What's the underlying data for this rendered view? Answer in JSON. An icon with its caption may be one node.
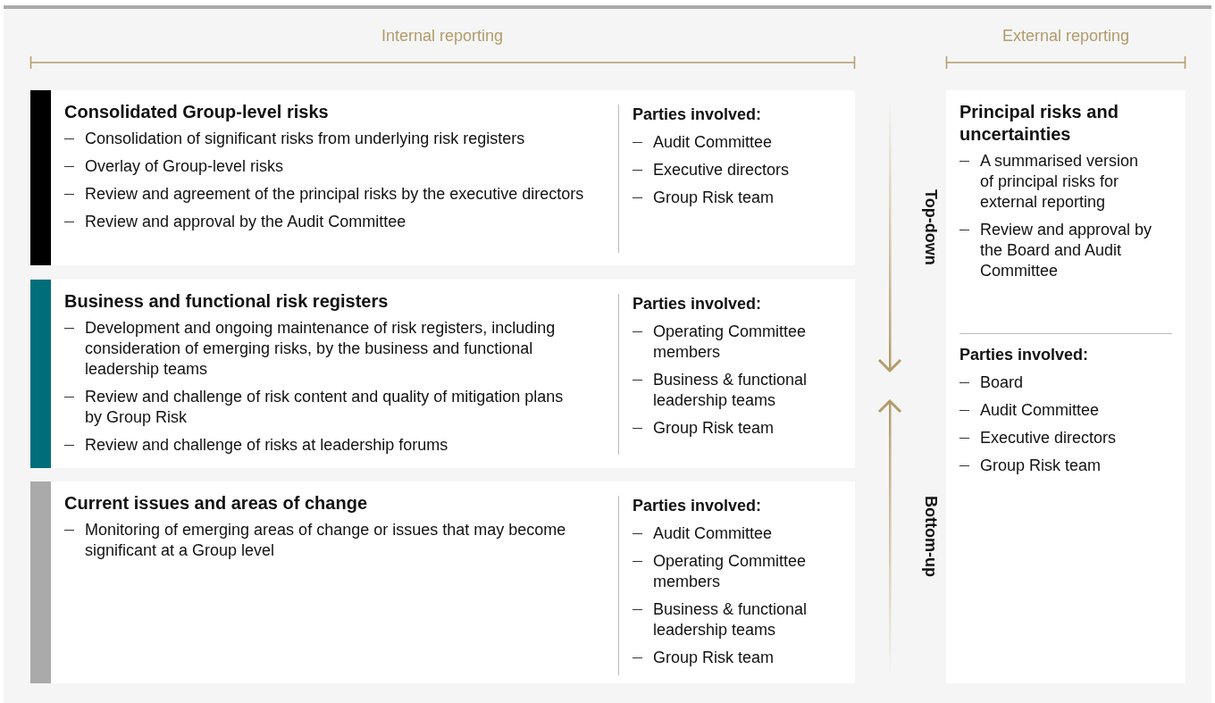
{
  "diagram": {
    "nodes": [
      {
        "text": [
          "Consolidated Group-level risks",
          "Consolidation of significant risks from underlying risk registers",
          "Overlay of Group-level risks",
          "Review and agreement of the principal risks by the executive directors",
          "Review and approval by the Audit Committee"
        ]
      },
      {
        "text": [
          "Parties involved:",
          "Audit Committee",
          "Executive directors",
          "Group Risk team"
        ],
        "in": 0
      },
      {
        "text": [
          "Business and functional risk registers",
          "Development and ongoing maintenance of risk registers, including consideration of emerging risks, by the business and functional leadership teams",
          "Review and challenge of risk content and quality of mitigation plans by Group Risk",
          "Review and challenge of risks at leadership forums"
        ]
      },
      {
        "text": [
          "Parties involved:",
          "Operating Committee members",
          "Business & functional leadership teams",
          "Group Risk team"
        ],
        "in": 2
      },
      {
        "text": [
          "Current issues and areas of change",
          "Monitoring of emerging areas of change or issues that may become significant at a Group level"
        ]
      },
      {
        "text": [
          "Parties involved:",
          "Audit Committee",
          "Operating Committee members",
          "Business & functional leadership teams",
          "Group Risk team"
        ],
        "in": 4
      },
      {
        "text": [
          "Principal risks and uncertainties",
          "A summarised version of principal risks for external reporting",
          "Review and approval by the Board and Audit Committee"
        ]
      },
      {
        "text": [
          "Parties involved:",
          "Board",
          "Audit Committee",
          "Executive directors",
          "Group Risk team"
        ],
        "in": 6
      }
    ],
    "labels": [
      "Internal reporting",
      "External reporting",
      "Top-down",
      "Bottom-up"
    ]
  }
}
